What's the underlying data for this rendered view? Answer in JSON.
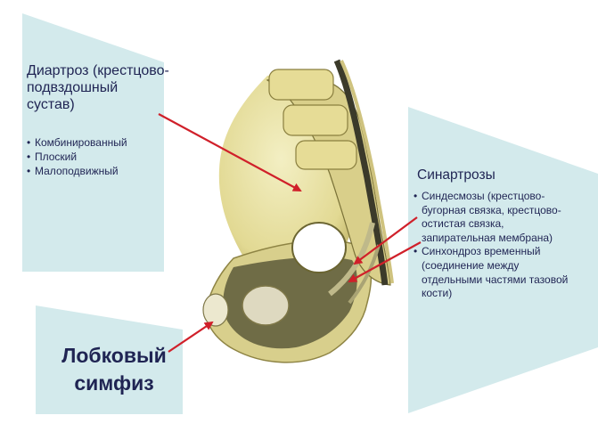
{
  "left_panel": {
    "title": "Диартроз (крестцово-подвздошный сустав)",
    "items": [
      "Комбинированный",
      "Плоский",
      "Малоподвижный"
    ]
  },
  "right_panel": {
    "title": "Синартрозы",
    "items": [
      "Синдесмозы (крестцово-бугорная связка, крестцово-остистая связка, запирательная мембрана)",
      "Синхондроз временный (соединение между отдельными частями тазовой кости)"
    ]
  },
  "bottom_panel": {
    "title": "Лобковый симфиз"
  },
  "colors": {
    "panel_fill": "#d3eaec",
    "text": "#1f2453",
    "arrow": "#d0202a",
    "bone": "#e8e2a6"
  }
}
